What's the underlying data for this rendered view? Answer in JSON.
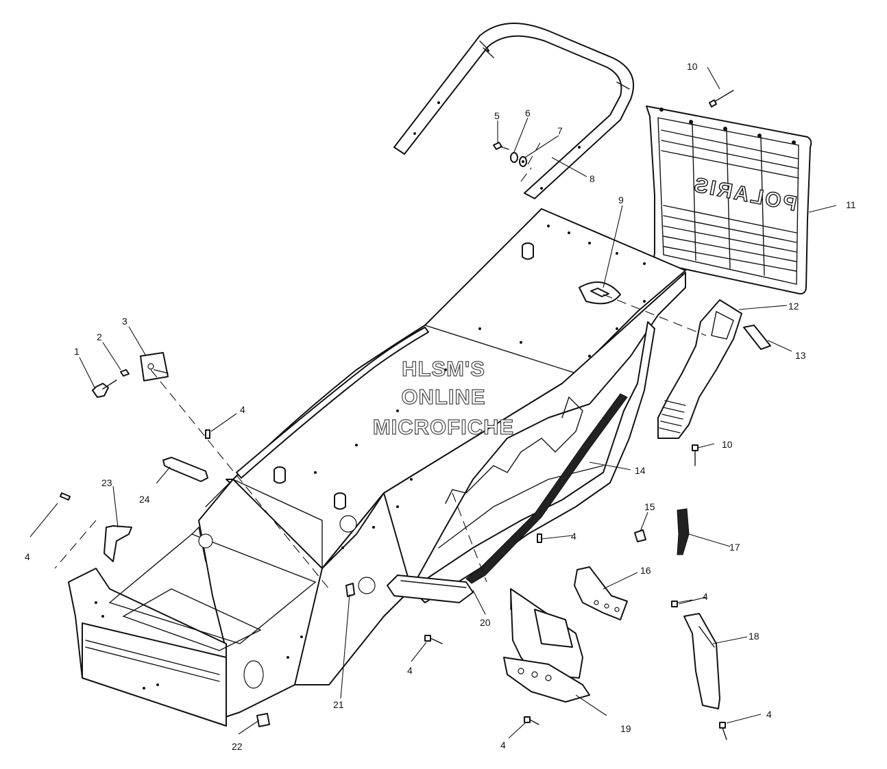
{
  "watermark": {
    "line1": "HLSM'S",
    "line2": "ONLINE",
    "line3": "MICROFICHE"
  },
  "logo": {
    "text": "POLARIS"
  },
  "callouts": [
    {
      "label": "1"
    },
    {
      "label": "2"
    },
    {
      "label": "3"
    },
    {
      "label": "4"
    },
    {
      "label": "5"
    },
    {
      "label": "6"
    },
    {
      "label": "7"
    },
    {
      "label": "8"
    },
    {
      "label": "9"
    },
    {
      "label": "10"
    },
    {
      "label": "10"
    },
    {
      "label": "11"
    },
    {
      "label": "12"
    },
    {
      "label": "13"
    },
    {
      "label": "14"
    },
    {
      "label": "15"
    },
    {
      "label": "16"
    },
    {
      "label": "17"
    },
    {
      "label": "18"
    },
    {
      "label": "19"
    },
    {
      "label": "20"
    },
    {
      "label": "21"
    },
    {
      "label": "22"
    },
    {
      "label": "23"
    },
    {
      "label": "24"
    },
    {
      "label": "4"
    },
    {
      "label": "4"
    },
    {
      "label": "4"
    },
    {
      "label": "4"
    },
    {
      "label": "4"
    },
    {
      "label": "4"
    }
  ]
}
